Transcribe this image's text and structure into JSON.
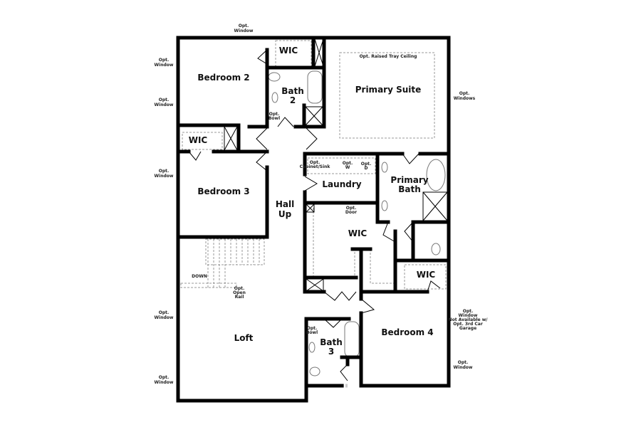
{
  "rooms": {
    "bedroom2": "Bedroom 2",
    "wic1": "WIC",
    "bath2_a": "Bath",
    "bath2_b": "2",
    "primary_suite": "Primary Suite",
    "wic2": "WIC",
    "bedroom3": "Bedroom 3",
    "hall_a": "Hall",
    "hall_b": "Up",
    "laundry": "Laundry",
    "primary_bath_a": "Primary",
    "primary_bath_b": "Bath",
    "wic3": "WIC",
    "wic4": "WIC",
    "loft": "Loft",
    "bath3_a": "Bath",
    "bath3_b": "3",
    "bedroom4": "Bedroom 4"
  },
  "notes": {
    "opt": "Opt.",
    "window": "Window",
    "windows": "Windows",
    "tray_ceiling": "Opt. Raised Tray Ceiling",
    "bowl": "Bowl",
    "cabinet_sink": "Cabinet/Sink",
    "w": "W",
    "d": "D",
    "door": "Door",
    "down": "DOWN",
    "open": "Open",
    "rail": "Rail",
    "not_available": "Not Available w/",
    "third_car": "Opt. 3rd Car",
    "garage": "Garage"
  },
  "colors": {
    "wall": "#000000",
    "dashed": "#999999"
  }
}
